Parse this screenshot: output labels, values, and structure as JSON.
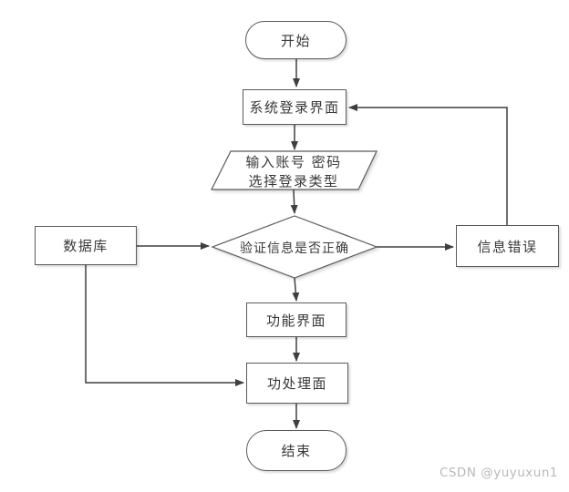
{
  "diagram": {
    "nodes": {
      "start": {
        "type": "terminator",
        "label": "开始"
      },
      "login": {
        "type": "process",
        "label": "系统登录界面"
      },
      "input": {
        "type": "input-output",
        "line1": "输入账号 密码",
        "line2": "选择登录类型"
      },
      "verify": {
        "type": "decision",
        "label": "验证信息是否正确"
      },
      "database": {
        "type": "process",
        "label": "数据库"
      },
      "error": {
        "type": "process",
        "label": "信息错误"
      },
      "function": {
        "type": "process",
        "label": "功能界面"
      },
      "process": {
        "type": "process",
        "label": "功处理面"
      },
      "end": {
        "type": "terminator",
        "label": "结束"
      }
    },
    "edges": [
      "start -> login",
      "login -> input",
      "input -> verify",
      "verify -> function",
      "function -> process",
      "process -> end",
      "database -> verify",
      "verify -> error",
      "error -> login",
      "database -> process"
    ],
    "colors": {
      "shape_border": "#5b5b5b",
      "connector": "#3f3f3f",
      "shape_fill": "#ffffff",
      "text": "#383838",
      "watermark": "#b9b9b9"
    },
    "watermark": "CSDN @yuyuxun1"
  }
}
